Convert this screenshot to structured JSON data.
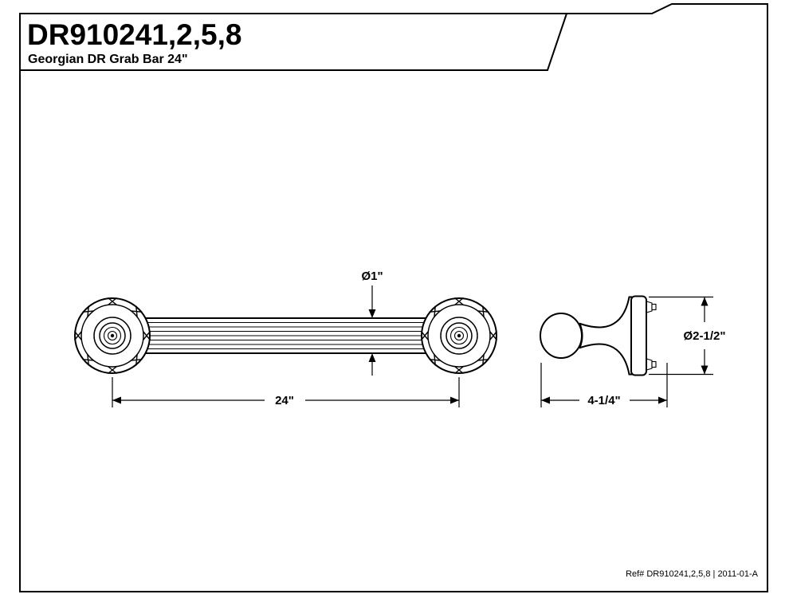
{
  "sheet": {
    "title": "DR910241,2,5,8",
    "subtitle": "Georgian DR Grab Bar 24\"",
    "ref": "Ref# DR910241,2,5,8 | 2011-01-A"
  },
  "dimensions": {
    "bar_diameter": "Ø1\"",
    "bar_length": "24\"",
    "post_projection": "4-1/4\"",
    "flange_diameter": "Ø2-1/2\""
  },
  "colors": {
    "line": "#000000",
    "background": "#ffffff"
  }
}
